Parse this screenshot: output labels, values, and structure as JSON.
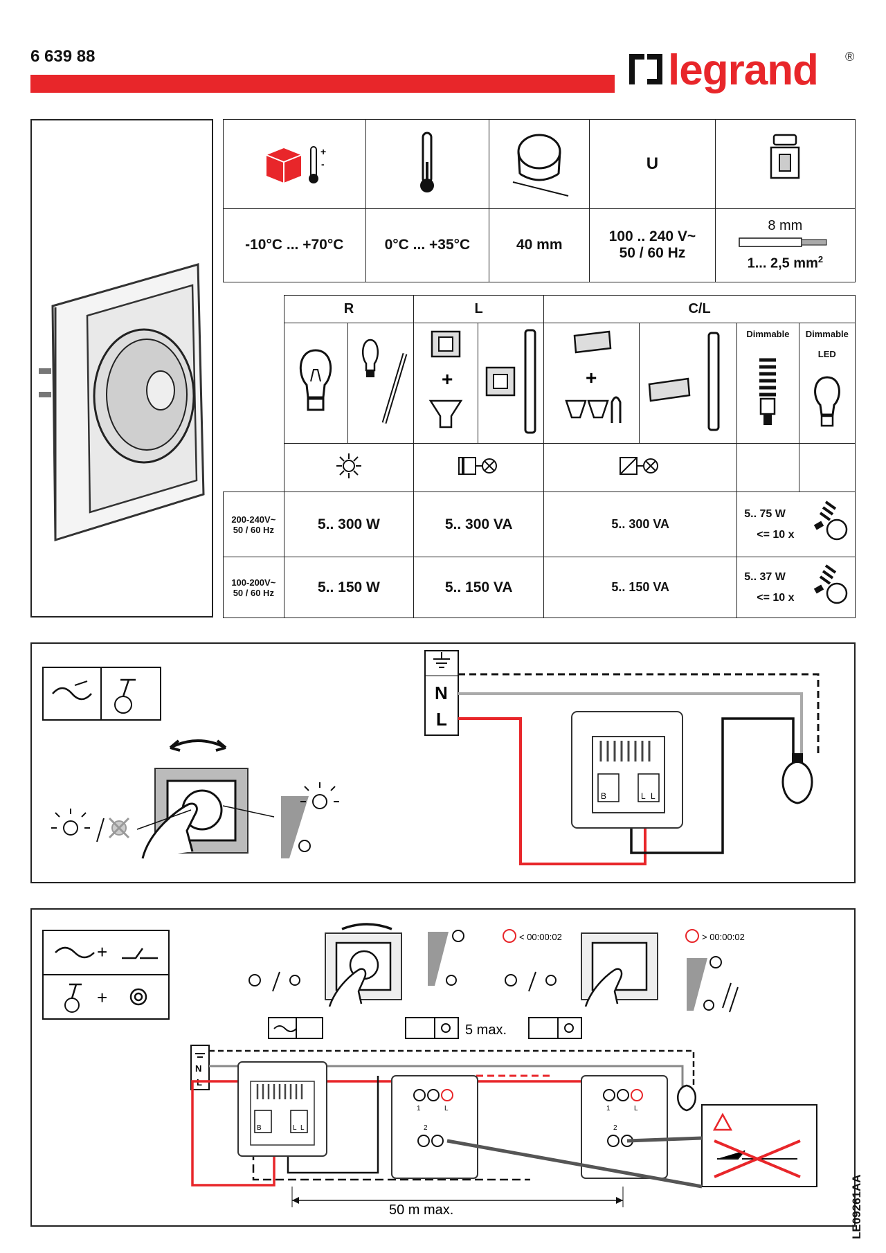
{
  "header": {
    "product_ref": "6 639 88",
    "brand": "legrand",
    "brand_mark": "®",
    "accent_color": "#e8262a"
  },
  "specs": {
    "storage_temp": "-10°C ... +70°C",
    "operating_temp": "0°C ... +35°C",
    "box_depth": "40 mm",
    "voltage_symbol": "U",
    "voltage_line1": "100 .. 240 V~",
    "voltage_line2": "50 / 60 Hz",
    "strip_length": "8 mm",
    "wire_section": "1... 2,5 mm",
    "wire_section_exp": "2",
    "temp_plus": "+",
    "temp_minus": "-"
  },
  "loads": {
    "col_r": "R",
    "col_l": "L",
    "col_cl": "C/L",
    "dimmable": "Dimmable",
    "dimmable_led_1": "Dimmable",
    "dimmable_led_2": "LED",
    "plus": "+",
    "rows": [
      {
        "supply_1": "200-240V~",
        "supply_2": "50 / 60 Hz",
        "r": "5.. 300 W",
        "l": "5.. 300 VA",
        "cl": "5.. 300 VA",
        "led_power": "5.. 75 W",
        "led_count": "<= 10 x"
      },
      {
        "supply_1": "100-200V~",
        "supply_2": "50 / 60 Hz",
        "r": "5.. 150 W",
        "l": "5.. 150 VA",
        "cl": "5.. 150 VA",
        "led_power": "5.. 37 W",
        "led_count": "<= 10 x"
      }
    ]
  },
  "wiring1": {
    "earth_symbol": "⏚",
    "neutral": "N",
    "live": "L",
    "terminal_b": "B",
    "terminal_l1": "L",
    "terminal_l2": "L"
  },
  "wiring2": {
    "plus": "+",
    "timer_short": "< 00:00:02",
    "timer_long": "> 00:00:02",
    "max_pushbuttons": "5 max.",
    "max_distance": "50 m max.",
    "neutral": "N",
    "live": "L",
    "term_1": "1",
    "term_l": "L",
    "term_2": "2",
    "terminal_b": "B",
    "terminal_l1": "L",
    "terminal_l2": "L"
  },
  "footer": {
    "doc_code": "LE09261AA"
  }
}
